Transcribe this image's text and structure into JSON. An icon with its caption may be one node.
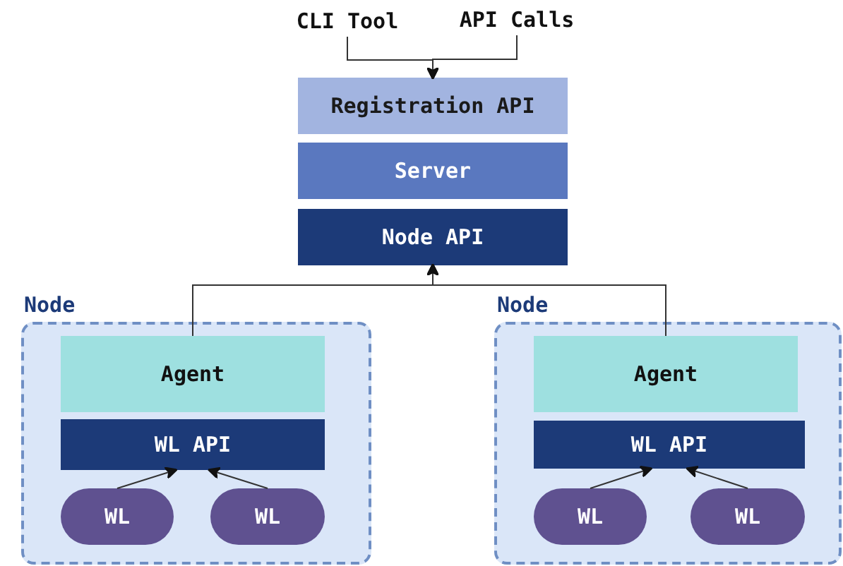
{
  "diagram": {
    "nodes": [
      {
        "text": [
          "CLI Tool"
        ]
      },
      {
        "text": [
          "API Calls"
        ]
      },
      {
        "text": [
          "Registration API"
        ]
      },
      {
        "text": [
          "Server"
        ]
      },
      {
        "text": [
          "Node API"
        ]
      },
      {
        "text": [
          "Node"
        ]
      },
      {
        "text": [
          "Agent"
        ],
        "in": 5
      },
      {
        "text": [
          "WL API"
        ],
        "in": 5
      },
      {
        "text": [
          "WL"
        ],
        "in": 5
      },
      {
        "text": [
          "WL"
        ],
        "in": 5
      },
      {
        "text": [
          "Node"
        ]
      },
      {
        "text": [
          "Agent"
        ],
        "in": 10
      },
      {
        "text": [
          "WL API"
        ],
        "in": 10
      },
      {
        "text": [
          "WL"
        ],
        "in": 10
      },
      {
        "text": [
          "WL"
        ],
        "in": 10
      }
    ],
    "edges": [
      {
        "from": 0,
        "to": 2,
        "arrow": "to"
      },
      {
        "from": 1,
        "to": 2,
        "arrow": "to"
      },
      {
        "from": 6,
        "to": 4,
        "arrow": "to"
      },
      {
        "from": 11,
        "to": 4,
        "arrow": "to"
      },
      {
        "from": 8,
        "to": 7,
        "arrow": "to"
      },
      {
        "from": 9,
        "to": 7,
        "arrow": "to"
      },
      {
        "from": 13,
        "to": 12,
        "arrow": "to"
      },
      {
        "from": 14,
        "to": 12,
        "arrow": "to"
      }
    ]
  }
}
